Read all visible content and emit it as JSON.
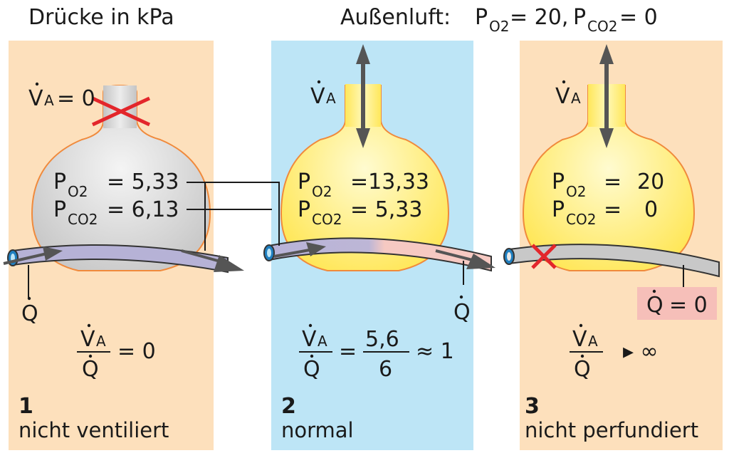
{
  "header": {
    "left": "Drücke in kPa",
    "right_prefix": "Außenluft:",
    "po2_label": "P",
    "po2_sub": "O2",
    "po2_value": "= 20,",
    "pco2_label": "P",
    "pco2_sub": "CO2",
    "pco2_value": "= 0"
  },
  "symbols": {
    "v": "V",
    "a": "A",
    "q": "Q",
    "p": "P",
    "o2": "O2",
    "co2": "CO2"
  },
  "panels": [
    {
      "number": "1",
      "caption": "nicht ventiliert",
      "va_value": "= 0",
      "po2": "= 5,33",
      "pco2": "= 6,13",
      "ratio": "= 0"
    },
    {
      "number": "2",
      "caption": "normal",
      "po2": "=13,33",
      "pco2": "=  5,33",
      "ratio_eq": "=",
      "ratio_num": "5,6",
      "ratio_den": "6",
      "ratio_approx": "≈ 1"
    },
    {
      "number": "3",
      "caption": "nicht perfundiert",
      "po2_eq": "=",
      "po2_val": "20",
      "pco2_eq": "=",
      "pco2_val": "0",
      "q_value": "= 0",
      "ratio": "▸ ∞"
    }
  ],
  "colors": {
    "panel_orange": "#fde0bc",
    "panel_blue": "#bde5f6",
    "alveolus_grey": "#d9d9d9",
    "alveolus_yellow": "#ffef7a",
    "vessel_violet": "#b6b2d6",
    "vessel_pink": "#f6c9c2",
    "vessel_grey": "#c8c8c8",
    "outline_orange": "#f08a3c",
    "cross_red": "#e3262b",
    "q_box_pink": "#f6bfb9",
    "arrow_grey": "#555555"
  }
}
